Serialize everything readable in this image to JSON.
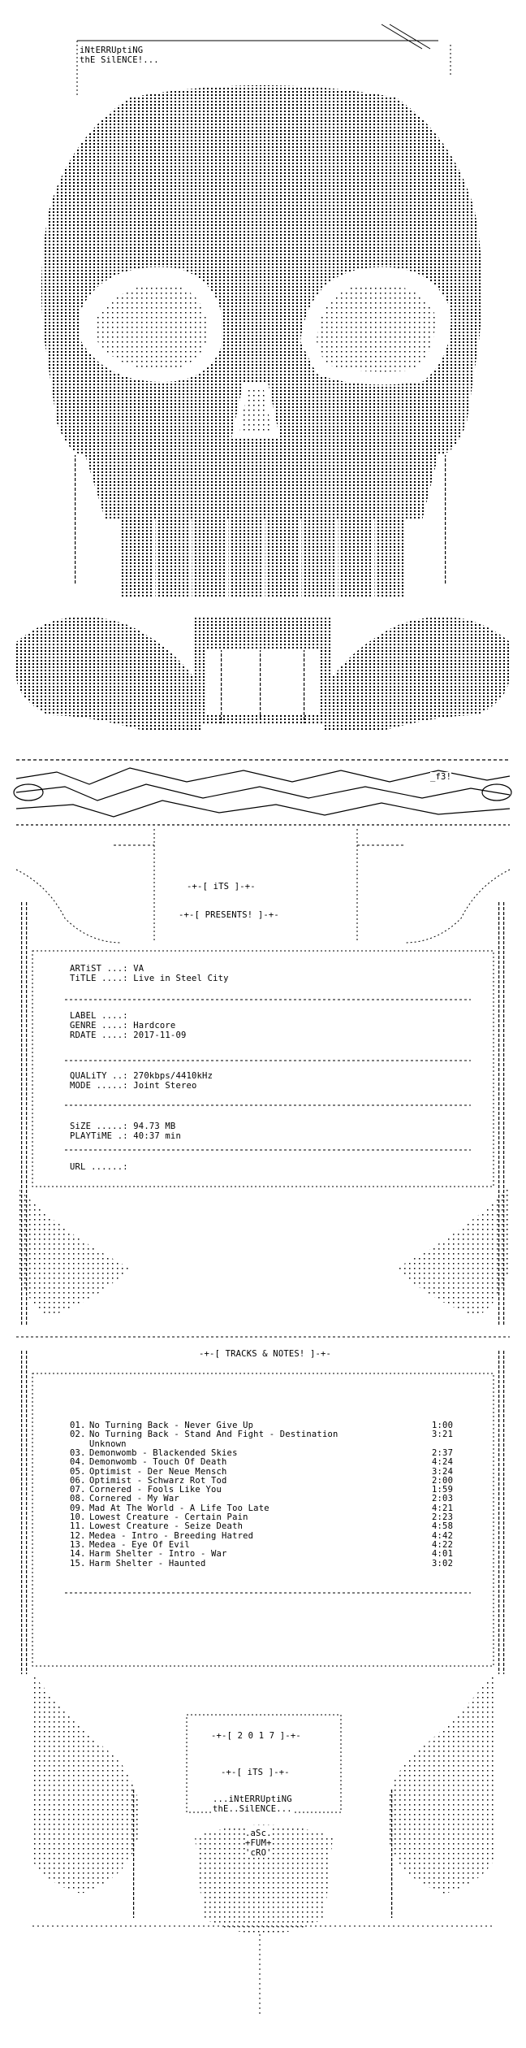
{
  "header": {
    "line1": "iNtERRUptiNG",
    "line2": "thE SilENCE!..."
  },
  "banner": {
    "its": "-+-[ iTS ]-+-",
    "presents": "-+-[ PRESENTS! ]-+-",
    "signature": "_f3!"
  },
  "info": {
    "artist_label": "ARTiST ...:",
    "artist": "VA",
    "title_label": "TiTLE ....:",
    "title": "Live in Steel City",
    "label_label": "LABEL ....:",
    "label": "",
    "genre_label": "GENRE ....:",
    "genre": "Hardcore",
    "rdate_label": "RDATE ....:",
    "rdate": "2017-11-09",
    "quality_label": "QUALiTY ..:",
    "quality": "270kbps/4410kHz",
    "mode_label": "MODE .....:",
    "mode": "Joint Stereo",
    "size_label": "SiZE .....:",
    "size": "94.73 MB",
    "playtime_label": "PLAYTiME .:",
    "playtime": "40:37 min",
    "url_label": "URL ......:",
    "url": ""
  },
  "tracks_header": "-+-[ TRACKS & NOTES! ]-+-",
  "tracks": [
    {
      "no": "01.",
      "name": "No Turning Back - Never Give Up",
      "time": "1:00"
    },
    {
      "no": "02.",
      "name": "No Turning Back - Stand And Fight - Destination",
      "time": "3:21"
    },
    {
      "no": "",
      "name": "Unknown",
      "time": ""
    },
    {
      "no": "03.",
      "name": "Demonwomb - Blackended Skies",
      "time": "2:37"
    },
    {
      "no": "04.",
      "name": "Demonwomb - Touch Of Death",
      "time": "4:24"
    },
    {
      "no": "05.",
      "name": "Optimist - Der Neue Mensch",
      "time": "3:24"
    },
    {
      "no": "06.",
      "name": "Optimist - Schwarz Rot Tod",
      "time": "2:00"
    },
    {
      "no": "07.",
      "name": "Cornered - Fools Like You",
      "time": "1:59"
    },
    {
      "no": "08.",
      "name": "Cornered - My War",
      "time": "2:03"
    },
    {
      "no": "09.",
      "name": "Mad At The World - A Life Too Late",
      "time": "4:21"
    },
    {
      "no": "10.",
      "name": "Lowest Creature - Certain Pain",
      "time": "2:23"
    },
    {
      "no": "11.",
      "name": "Lowest Creature - Seize Death",
      "time": "4:58"
    },
    {
      "no": "12.",
      "name": "Medea - Intro - Breeding Hatred",
      "time": "4:42"
    },
    {
      "no": "13.",
      "name": "Medea - Eye Of Evil",
      "time": "4:22"
    },
    {
      "no": "14.",
      "name": "Harm Shelter - Intro - War",
      "time": "4:01"
    },
    {
      "no": "15.",
      "name": "Harm Shelter - Haunted",
      "time": "3:02"
    }
  ],
  "footer": {
    "year": "-+-[ 2 0 1 7 ]-+-",
    "its": "-+-[ iTS ]-+-",
    "line1": "...iNtERRUptiNG",
    "line2": "thE..SilENCE...",
    "sig1": ".aSc.",
    "sig2": "+FUM+",
    "sig3": "'cRO'"
  }
}
